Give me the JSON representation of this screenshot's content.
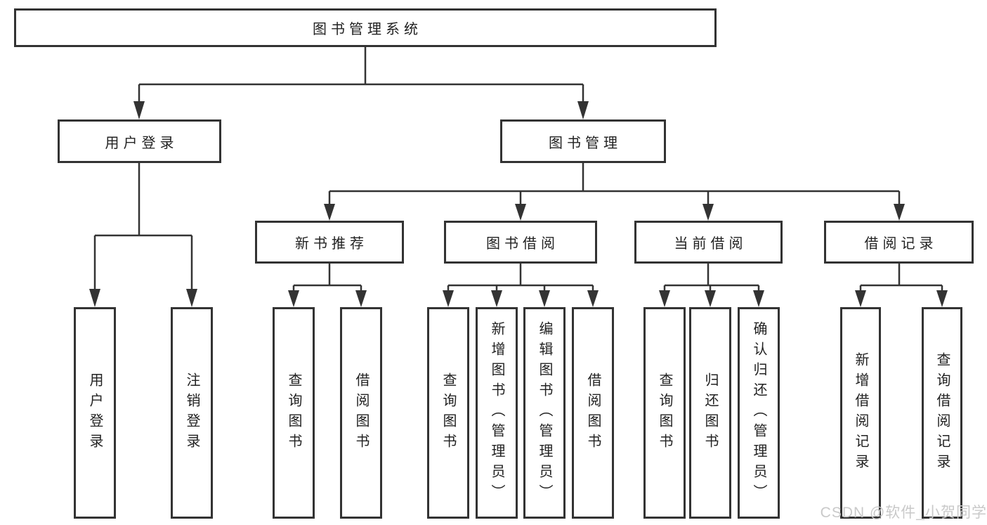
{
  "tree": {
    "root": {
      "label": "图书管理系统"
    },
    "level2": [
      {
        "label": "用户登录",
        "leaves": [
          {
            "label": "用户登录"
          },
          {
            "label": "注销登录"
          }
        ]
      },
      {
        "label": "图书管理",
        "groups": [
          {
            "label": "新书推荐",
            "leaves": [
              {
                "label": "查询图书"
              },
              {
                "label": "借阅图书"
              }
            ]
          },
          {
            "label": "图书借阅",
            "leaves": [
              {
                "label": "查询图书"
              },
              {
                "label": "新增图书（管理员）"
              },
              {
                "label": "编辑图书（管理员）"
              },
              {
                "label": "借阅图书"
              }
            ]
          },
          {
            "label": "当前借阅",
            "leaves": [
              {
                "label": "查询图书"
              },
              {
                "label": "归还图书"
              },
              {
                "label": "确认归还（管理员）"
              }
            ]
          },
          {
            "label": "借阅记录",
            "leaves": [
              {
                "label": "新增借阅记录"
              },
              {
                "label": "查询借阅记录"
              }
            ]
          }
        ]
      }
    ]
  },
  "watermark": {
    "text": "CSDN @软件_小贺同学"
  },
  "colors": {
    "line": "#333333",
    "box_border": "#333333",
    "text": "#222222",
    "watermark": "#c9c9c9",
    "background": "#ffffff"
  }
}
